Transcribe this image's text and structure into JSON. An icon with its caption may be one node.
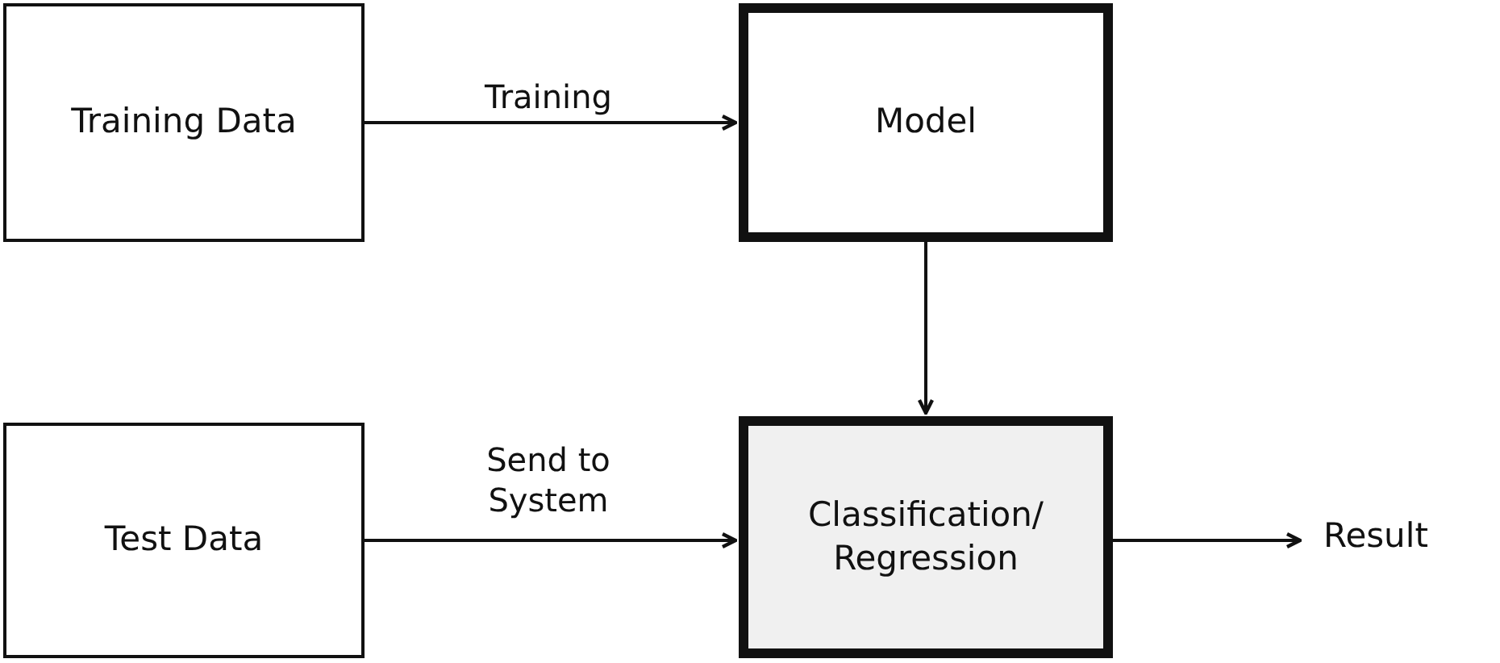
{
  "diagram": {
    "nodes": [
      {
        "text": [
          "Training Data"
        ]
      },
      {
        "text": [
          "Model"
        ]
      },
      {
        "text": [
          "Test Data"
        ]
      },
      {
        "text": [
          "Classification/ Regression"
        ]
      },
      {
        "text": [
          "Result"
        ]
      }
    ],
    "edges": [
      {
        "from": 0,
        "to": 1,
        "arrow": "to",
        "label": "Training"
      },
      {
        "from": 1,
        "to": 3,
        "arrow": "to"
      },
      {
        "from": 2,
        "to": 3,
        "arrow": "to",
        "label": "Send to System"
      },
      {
        "from": 3,
        "to": 4,
        "arrow": "to"
      }
    ]
  }
}
